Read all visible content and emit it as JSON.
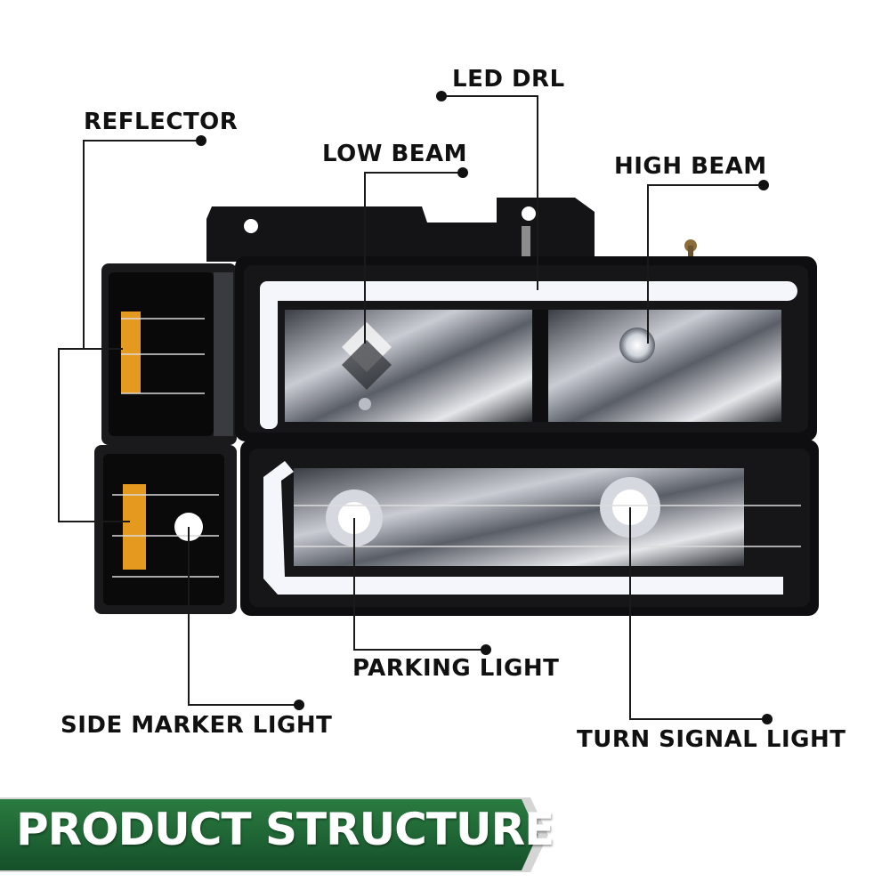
{
  "labels": {
    "reflector": "REFLECTOR",
    "led_drl": "LED DRL",
    "low_beam": "LOW BEAM",
    "high_beam": "HIGH BEAM",
    "parking_light": "PARKING LIGHT",
    "side_marker_light": "SIDE MARKER LIGHT",
    "turn_signal_light": "TURN SIGNAL LIGHT"
  },
  "banner": {
    "title": "PRODUCT STRUCTURE"
  },
  "colors": {
    "banner_green": "#1f6b34",
    "banner_green_dark": "#124a22",
    "amber": "#e39a1f",
    "housing": "#0e0e10",
    "drl_glow": "#f4f6fb",
    "callout_line": "#1a1a1a"
  }
}
